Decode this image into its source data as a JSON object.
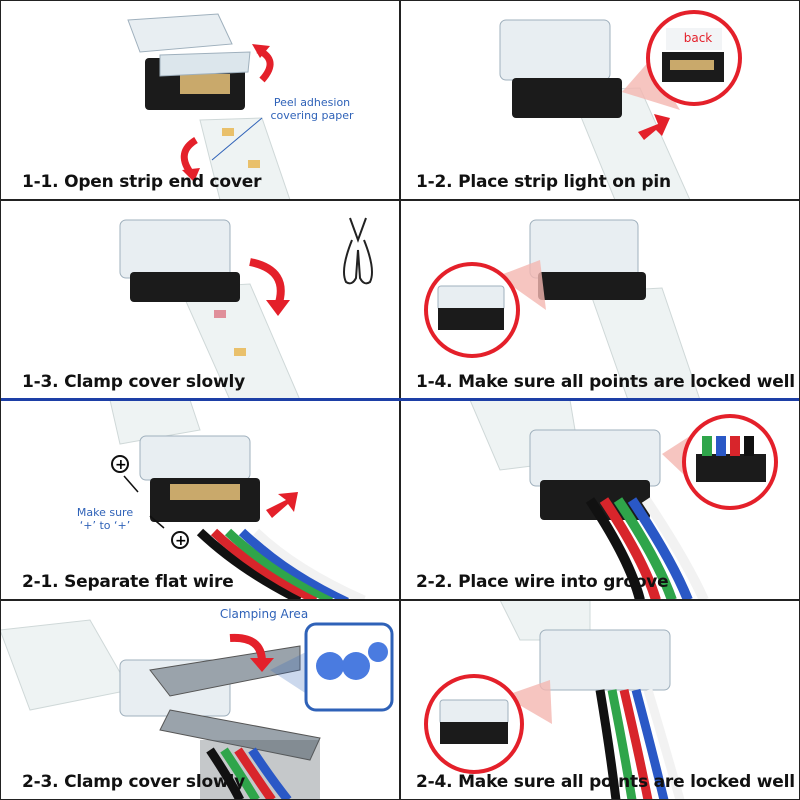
{
  "steps": [
    {
      "id": "1-1",
      "caption": "1-1. Open strip end cover",
      "note": "Peel adhesion covering paper"
    },
    {
      "id": "1-2",
      "caption": "1-2. Place strip light on pin",
      "note": "back"
    },
    {
      "id": "1-3",
      "caption": "1-3. Clamp cover slowly"
    },
    {
      "id": "1-4",
      "caption": "1-4. Make sure all points are locked well"
    },
    {
      "id": "2-1",
      "caption": "2-1. Separate flat wire",
      "note_line1": "Make sure",
      "note_line2": "‘+’ to ‘+’"
    },
    {
      "id": "2-2",
      "caption": "2-2. Place wire into groove"
    },
    {
      "id": "2-3",
      "caption": "2-3. Clamp cover slowly",
      "note": "Clamping Area"
    },
    {
      "id": "2-4",
      "caption": "2-4. Make sure all points are locked well"
    }
  ],
  "colors": {
    "arrow": "#e4202a",
    "note_text": "#2f62b8",
    "section_divider": "#1d3fa6",
    "strip": "#eef3f3",
    "connector": "#1b1b1b"
  },
  "wire_colors": [
    "#111111",
    "#d8252b",
    "#2fa54a",
    "#2a58c6",
    "#f2f2f2"
  ]
}
